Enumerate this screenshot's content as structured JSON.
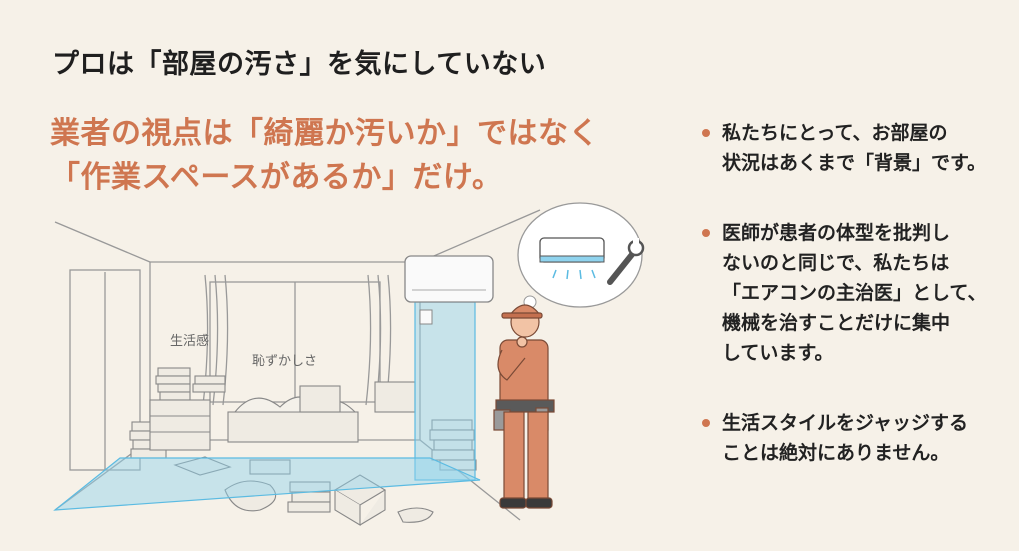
{
  "title": "プロは「部屋の汚さ」を気にしていない",
  "headline": {
    "line1": "業者の視点は「綺麗か汚いか」ではなく",
    "line2": "「作業スペースがあるか」だけ。"
  },
  "bullets": [
    {
      "lines": [
        "私たちにとって、お部屋の",
        "状況はあくまで「背景」です。"
      ]
    },
    {
      "lines": [
        "医師が患者の体型を批判し",
        "ないのと同じで、私たちは",
        "「エアコンの主治医」として、",
        "機械を治すことだけに集中",
        "しています。"
      ]
    },
    {
      "lines": [
        "生活スタイルをジャッジする",
        "ことは絶対にありません。"
      ]
    }
  ],
  "illustration": {
    "label_life": "生活感",
    "label_shame": "恥ずかしさ",
    "icons": [
      "air-conditioner-icon",
      "wrench-icon"
    ],
    "colors": {
      "highlight": "#8fd3ee",
      "worker": "#d98a68",
      "accent": "#cf7650"
    }
  }
}
